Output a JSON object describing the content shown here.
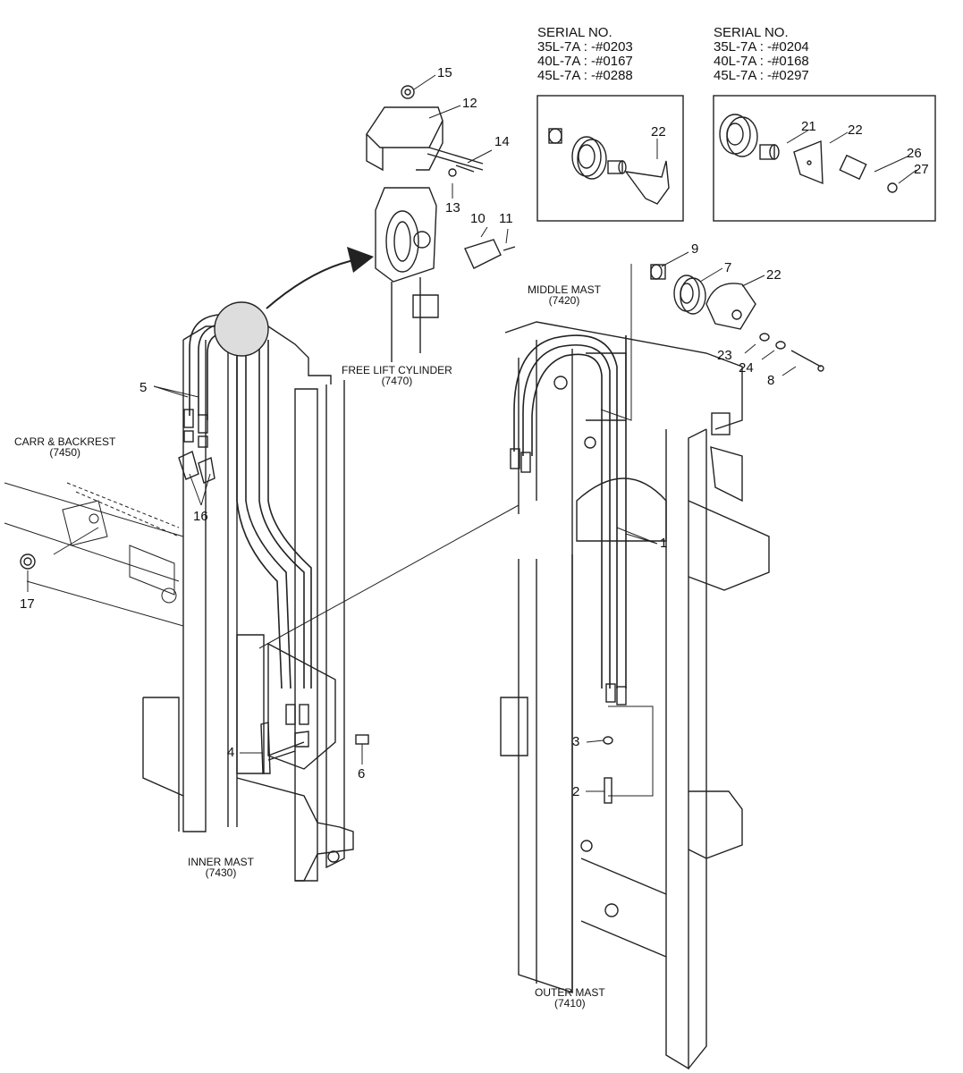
{
  "serial_boxes": [
    {
      "heading": "SERIAL NO.",
      "lines": [
        "35L-7A : -#0203",
        "40L-7A : -#0167",
        "45L-7A : -#0288"
      ],
      "callouts": [
        "22"
      ]
    },
    {
      "heading": "SERIAL NO.",
      "lines": [
        "35L-7A : -#0204",
        "40L-7A : -#0168",
        "45L-7A : -#0297"
      ],
      "callouts": [
        "21",
        "22",
        "26",
        "27"
      ]
    }
  ],
  "assemblies": {
    "free_lift_cylinder": {
      "name": "FREE LIFT CYLINDER",
      "code": "(7470)"
    },
    "middle_mast": {
      "name": "MIDDLE MAST",
      "code": "(7420)"
    },
    "carr_backrest": {
      "name": "CARR & BACKREST",
      "code": "(7450)"
    },
    "inner_mast": {
      "name": "INNER MAST",
      "code": "(7430)"
    },
    "outer_mast": {
      "name": "OUTER MAST",
      "code": "(7410)"
    }
  },
  "callouts": {
    "c15": "15",
    "c12": "12",
    "c14": "14",
    "c13": "13",
    "c10": "10",
    "c11": "11",
    "c9": "9",
    "c7": "7",
    "c22": "22",
    "c23": "23",
    "c24": "24",
    "c8": "8",
    "c5": "5",
    "c16": "16",
    "c17": "17",
    "c1": "1",
    "c3": "3",
    "c2": "2",
    "c4": "4",
    "c6": "6"
  }
}
